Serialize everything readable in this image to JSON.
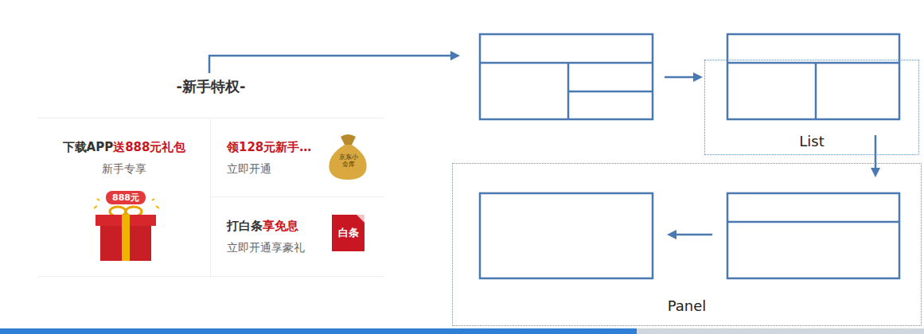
{
  "diagram": {
    "nodes": [
      {
        "text": [
          "-新手特权-"
        ]
      },
      {
        "text": [
          "下载APP",
          "送888元礼包",
          "新手专享"
        ],
        "in": 0
      },
      {
        "text": [
          "领128元新手…",
          "立即开通"
        ],
        "in": 0
      },
      {
        "text": [
          "打白条",
          "享免息",
          "立即开通享豪礼"
        ],
        "in": 0
      },
      {
        "text": [
          "List"
        ]
      },
      {
        "text": [
          "Panel"
        ]
      }
    ],
    "labels": [
      "888元",
      "京东小金库",
      "白条"
    ]
  }
}
